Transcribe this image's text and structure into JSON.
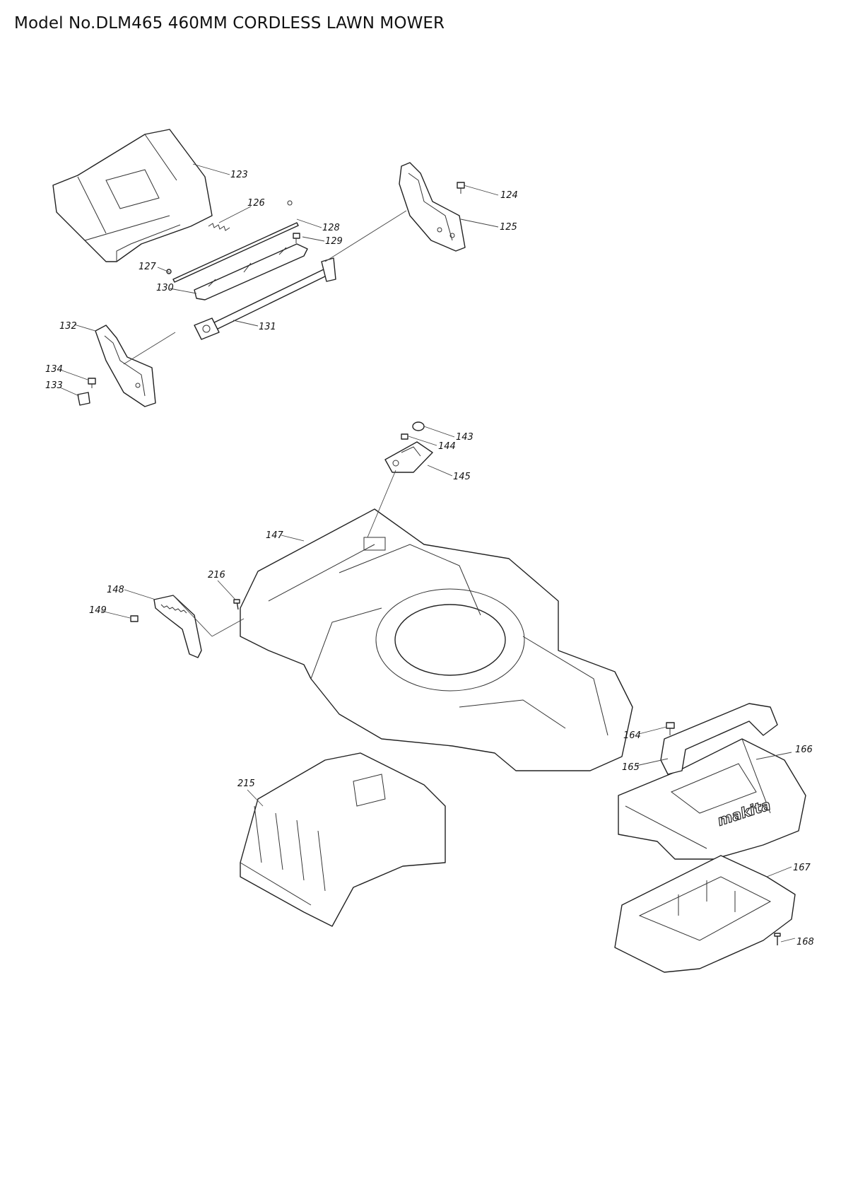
{
  "page": {
    "title": "Model No.DLM465 460MM CORDLESS LAWN MOWER"
  },
  "parts": [
    {
      "id": "123"
    },
    {
      "id": "124"
    },
    {
      "id": "125"
    },
    {
      "id": "126"
    },
    {
      "id": "127"
    },
    {
      "id": "128"
    },
    {
      "id": "129"
    },
    {
      "id": "130"
    },
    {
      "id": "131"
    },
    {
      "id": "132"
    },
    {
      "id": "133"
    },
    {
      "id": "134"
    },
    {
      "id": "143"
    },
    {
      "id": "144"
    },
    {
      "id": "145"
    },
    {
      "id": "147"
    },
    {
      "id": "148"
    },
    {
      "id": "149"
    },
    {
      "id": "216"
    },
    {
      "id": "215"
    },
    {
      "id": "164"
    },
    {
      "id": "165"
    },
    {
      "id": "166"
    },
    {
      "id": "167"
    },
    {
      "id": "168"
    }
  ],
  "brand_logo": "makita"
}
